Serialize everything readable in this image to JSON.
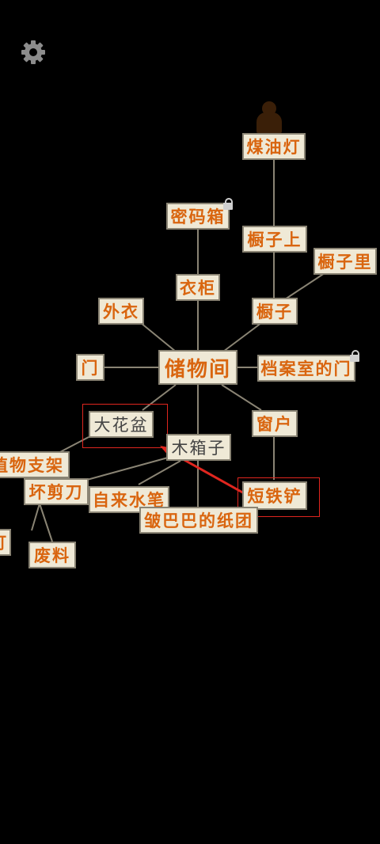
{
  "settings": {
    "icon": "gear-icon"
  },
  "nodes": {
    "storage_room": "储物间",
    "kerosene_lamp": "煤油灯",
    "password_box": "密码箱",
    "cabinet_top": "橱子上",
    "cabinet_inside": "橱子里",
    "wardrobe": "衣柜",
    "coat": "外衣",
    "cabinet": "橱子",
    "door": "门",
    "archive_door": "档案室的门",
    "big_flowerpot": "大花盆",
    "window": "窗户",
    "wooden_box": "木箱子",
    "plant_stand": "植物支架",
    "broken_scissors": "坏剪刀",
    "fountain_pen": "自来水笔",
    "short_shovel": "短铁铲",
    "crumpled_paper": "皱巴巴的纸团",
    "partial_left": "钉",
    "scrap": "废料"
  },
  "colors": {
    "background": "#000000",
    "node_fill": "#efe9d6",
    "node_border": "#8a8474",
    "text_orange": "#d9650f",
    "text_gray": "#444444",
    "line": "#8a8474",
    "highlight": "#e0261f"
  }
}
